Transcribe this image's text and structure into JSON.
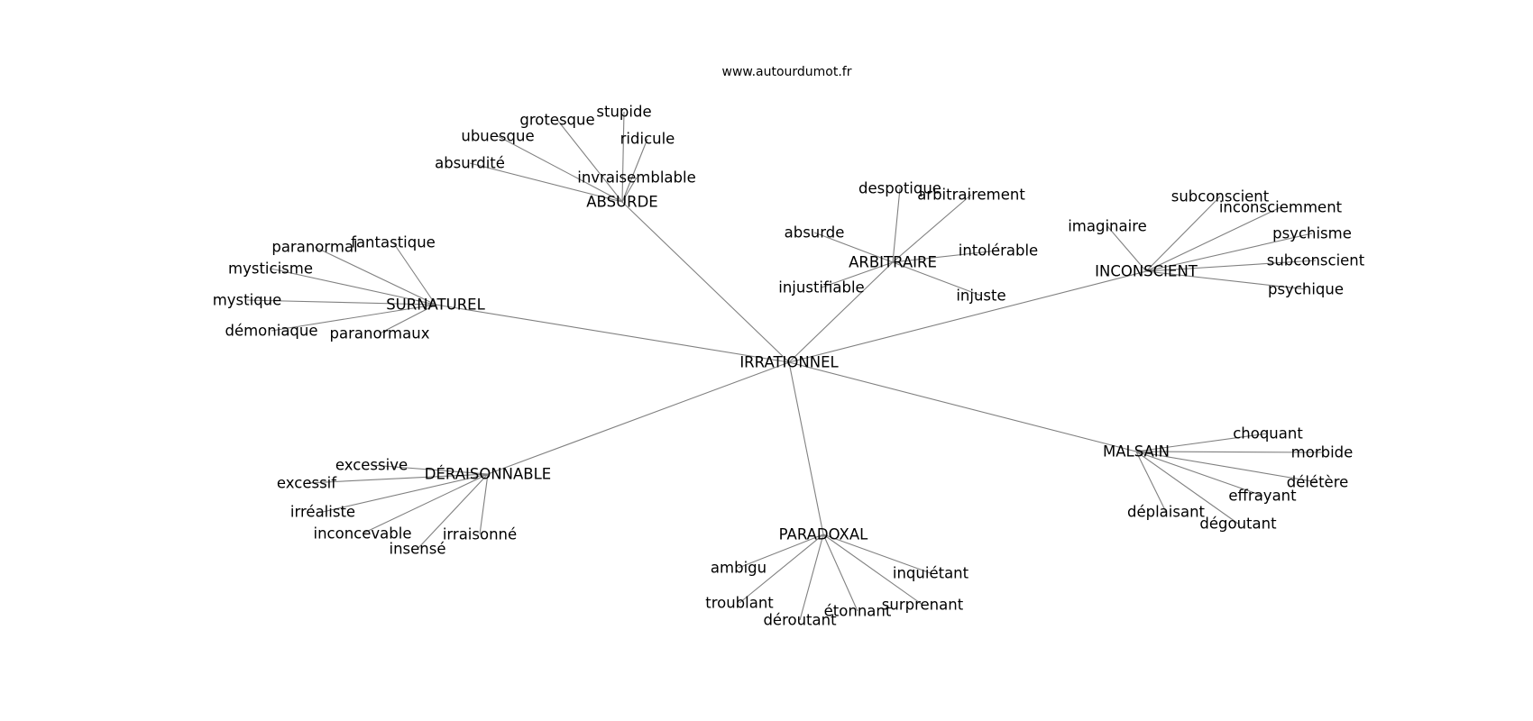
{
  "source": "www.autourdumot.fr",
  "graph": {
    "center": "IRRATIONNEL",
    "hubs": [
      {
        "label": "ABSURDE",
        "leaves": [
          "grotesque",
          "stupide",
          "ubuesque",
          "ridicule",
          "absurdité",
          "invraisemblable"
        ]
      },
      {
        "label": "ARBITRAIRE",
        "leaves": [
          "despotique",
          "arbitrairement",
          "absurde",
          "intolérable",
          "injustifiable",
          "injuste"
        ]
      },
      {
        "label": "INCONSCIENT",
        "leaves": [
          "subconscient",
          "inconsciemment",
          "imaginaire",
          "psychisme",
          "subconscient",
          "psychique"
        ]
      },
      {
        "label": "SURNATUREL",
        "leaves": [
          "paranormal",
          "fantastique",
          "mysticisme",
          "mystique",
          "démoniaque",
          "paranormaux"
        ]
      },
      {
        "label": "DÉRAISONNABLE",
        "leaves": [
          "excessive",
          "excessif",
          "irréaliste",
          "inconcevable",
          "irraisonné",
          "insensé"
        ]
      },
      {
        "label": "PARADOXAL",
        "leaves": [
          "ambigu",
          "inquiétant",
          "troublant",
          "surprenant",
          "déroutant",
          "étonnant"
        ]
      },
      {
        "label": "MALSAIN",
        "leaves": [
          "choquant",
          "morbide",
          "délétère",
          "effrayant",
          "déplaisant",
          "dégoutant"
        ]
      }
    ]
  }
}
